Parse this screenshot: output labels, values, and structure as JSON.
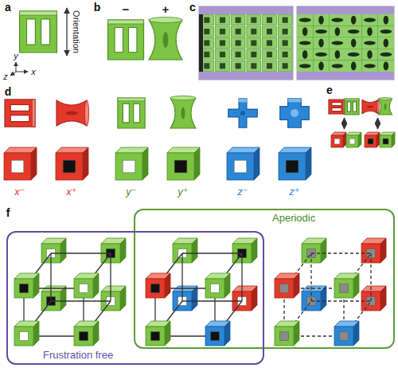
{
  "diagram": {
    "nodes": [
      {
        "text": [
          "Aperiodic"
        ]
      },
      {
        "text": [
          "Frustration free"
        ]
      }
    ],
    "labels": [
      "a",
      "Orientation",
      "y",
      "x",
      "z",
      "b",
      "−",
      "+",
      "c",
      "d",
      "x⁻",
      "x⁺",
      "y⁻",
      "y⁺",
      "z⁻",
      "z⁺",
      "e",
      "f"
    ]
  }
}
